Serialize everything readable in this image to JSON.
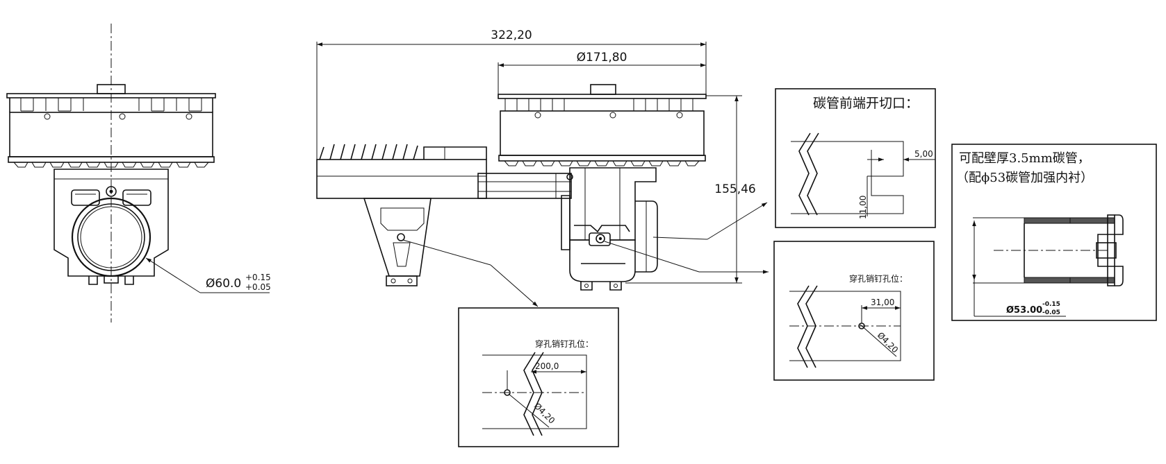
{
  "title": "",
  "dimensions": {
    "overall_length": "322,20",
    "motor_diameter": "Ø171,80",
    "height": "155,46",
    "tube_bore": "Ø60.0",
    "tube_bore_tol_upper": "+0.15",
    "tube_bore_tol_lower": "+0.05"
  },
  "detail_cutout": {
    "title": "碳管前端开切口：",
    "slot_width": "5,00",
    "slot_length": "11,00"
  },
  "detail_pin_right": {
    "title": "穿孔销钉孔位：",
    "distance": "31,00",
    "hole_diameter": "Ø4,20"
  },
  "detail_pin_bottom": {
    "title": "穿孔销钉孔位：",
    "distance": "200,0",
    "hole_diameter": "Ø4,20"
  },
  "detail_tube": {
    "line1": "可配壁厚3.5mm碳管，",
    "line2": "（配ϕ53碳管加强内衬）",
    "insert_diameter": "Ø53.00",
    "insert_tol_upper": "-0.15",
    "insert_tol_lower": "-0.05"
  }
}
